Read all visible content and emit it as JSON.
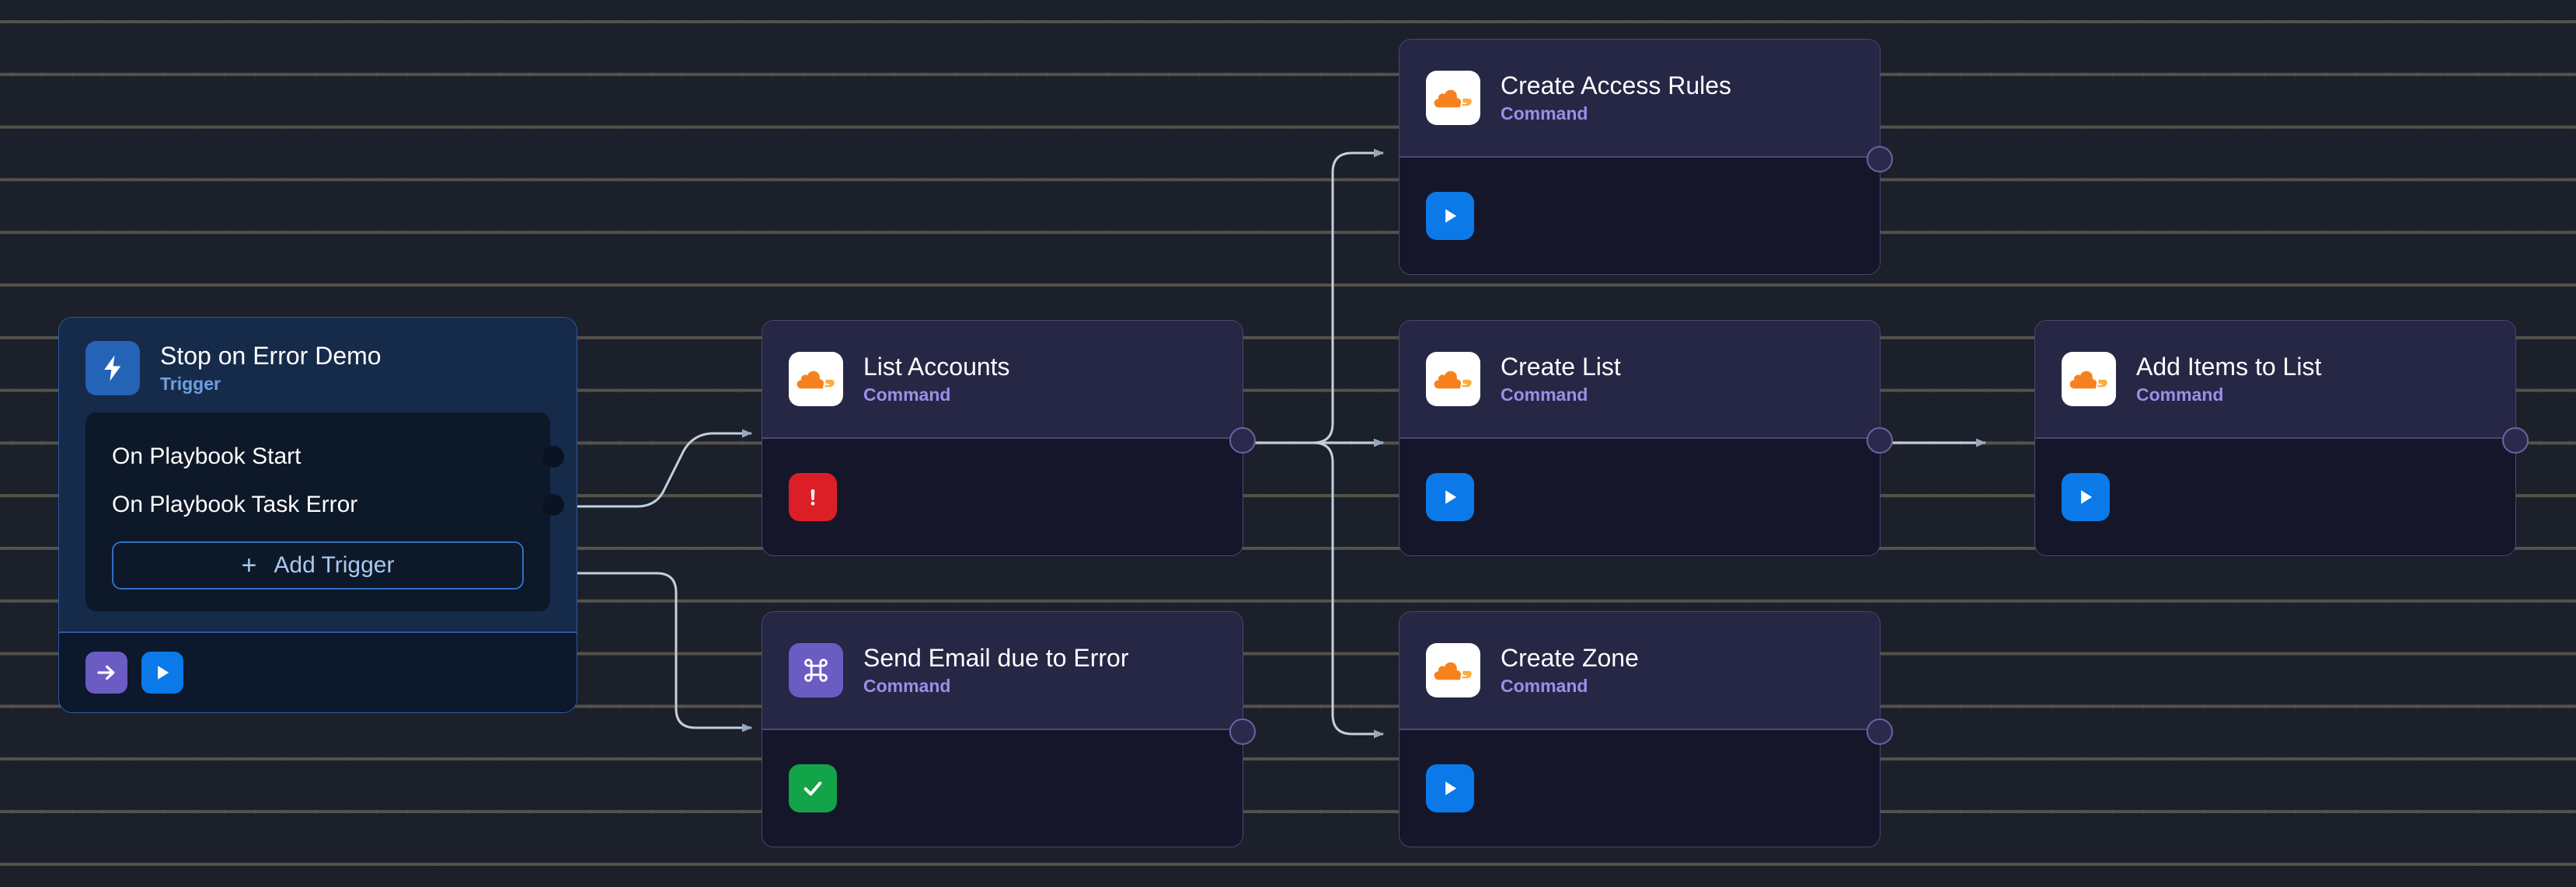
{
  "canvas": {
    "background_color": "#1b202b",
    "grid_dot_color": "#55524a"
  },
  "colors": {
    "command_accent": "#9b8fe8",
    "trigger_accent": "#6f9fe0",
    "node_header_bg": "#262645",
    "node_body_bg": "#16162b",
    "node_border": "#4b4773",
    "trigger_bg": "#162a4a",
    "trigger_border": "#2d5aa0",
    "edge_color": "#9aa8bc",
    "status_error": "#dc1f26",
    "status_success": "#13a349",
    "status_run": "#0b7ae8",
    "add_trigger_text": "#a8c8f0"
  },
  "trigger_node": {
    "title": "Stop on Error Demo",
    "subtitle": "Trigger",
    "icon": "lightning-bolt-icon",
    "triggers": [
      {
        "label": "On Playbook Start"
      },
      {
        "label": "On Playbook Task Error"
      }
    ],
    "add_trigger_label": "Add Trigger",
    "add_trigger_plus": "+",
    "footer_buttons": [
      {
        "icon": "arrow-right-icon",
        "color": "#6b5cc4"
      },
      {
        "icon": "play-icon",
        "color": "#0b7ae8"
      }
    ]
  },
  "nodes": [
    {
      "id": "list-accounts",
      "title": "List Accounts",
      "subtitle": "Command",
      "icon": "cloudflare-icon",
      "icon_style": "white",
      "status": "error",
      "status_icon": "exclamation-icon"
    },
    {
      "id": "send-email-due-to-error",
      "title": "Send Email due to Error",
      "subtitle": "Command",
      "icon": "command-key-icon",
      "icon_style": "purple",
      "status": "success",
      "status_icon": "check-icon"
    },
    {
      "id": "create-access-rules",
      "title": "Create Access Rules",
      "subtitle": "Command",
      "icon": "cloudflare-icon",
      "icon_style": "white",
      "status": "run",
      "status_icon": "play-icon"
    },
    {
      "id": "create-list",
      "title": "Create List",
      "subtitle": "Command",
      "icon": "cloudflare-icon",
      "icon_style": "white",
      "status": "run",
      "status_icon": "play-icon"
    },
    {
      "id": "create-zone",
      "title": "Create Zone",
      "subtitle": "Command",
      "icon": "cloudflare-icon",
      "icon_style": "white",
      "status": "run",
      "status_icon": "play-icon"
    },
    {
      "id": "add-items-to-list",
      "title": "Add Items to List",
      "subtitle": "Command",
      "icon": "cloudflare-icon",
      "icon_style": "white",
      "status": "run",
      "status_icon": "play-icon"
    }
  ]
}
